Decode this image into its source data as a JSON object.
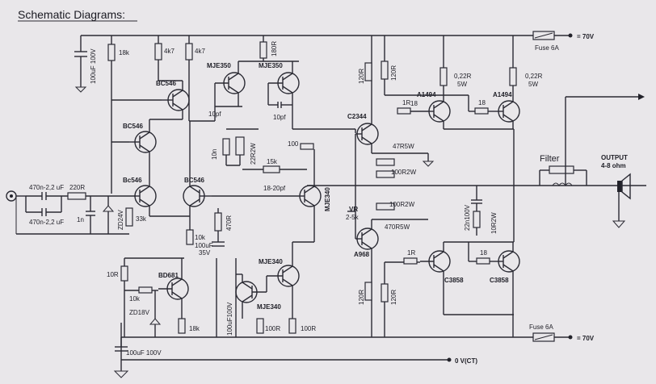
{
  "title": "Schematic Diagrams:",
  "rails": {
    "pos": "= 70V",
    "neg": "= 70V",
    "gnd": "0 V(CT)",
    "fuse_top": "Fuse 6A",
    "fuse_bot": "Fuse 6A"
  },
  "input": {
    "cap1": "470n-2,2 uF",
    "cap2": "470n-2,2 uF",
    "r_in": "220R",
    "c_in": "1n"
  },
  "transistors": {
    "q_bc546_a": "BC546",
    "q_bc546_b": "BC546",
    "q_bc546_c": "Bc546",
    "q_bc546_d": "BC546",
    "q_mje350_a": "MJE350",
    "q_mje350_b": "MJE350",
    "q_mje340_vas": "MJE340",
    "q_mje340_a": "MJE340",
    "q_mje340_b": "MJE340",
    "q_bd681": "BD681",
    "q_c2344": "C2344",
    "q_a968": "A968",
    "q_a1494_a": "A1494",
    "q_a1494_b": "A1494",
    "q_c3858_a": "C3858",
    "q_c3858_b": "C3858"
  },
  "components": {
    "cap_top": "100uF 100V",
    "r18k": "18k",
    "r4k7a": "4k7",
    "r4k7b": "4k7",
    "r180r": "180R",
    "c10pf_a": "10pf",
    "c10pf_b": "10pf",
    "r120r_a": "120R",
    "r120r_b": "120R",
    "r0_22a": "0,22R",
    "r0_22a_w": "5W",
    "r0_22b": "0,22R",
    "r0_22b_w": "5W",
    "r18a": "18",
    "r18b": "18",
    "r10n": "10n",
    "r22r2w": "22R2W",
    "r100": "100",
    "r47r5w": "47R5W",
    "r100r2w_a": "100R2W",
    "r100r2w_b": "100R2W",
    "r470r5w": "470R5W",
    "r15k": "15k",
    "c18_20pf": "18-20pf",
    "vr": "VR",
    "vr_val": "2-5k",
    "z24v": "ZD24V",
    "r33k": "33k",
    "r10k_a": "10k",
    "c100uf35v": "100uF",
    "c100uf35v_v": "35V",
    "r470r": "470R",
    "r10r": "10R",
    "r10k_b": "10k",
    "zd18v": "ZD18V",
    "r18k_b": "18k",
    "c100uf100v_b": "100uF100V",
    "r100r_a": "100R",
    "r100r_b": "100R",
    "r120r_c": "120R",
    "r120r_d": "120R",
    "r1k_a": "1R",
    "r1k_b": "1R",
    "c22n100v": "22n100V",
    "r10r2w": "10R2W",
    "cap_bot": "100uF 100V",
    "filter": "Filter",
    "output": "OUTPUT",
    "output_ohm": "4-8 ohm"
  }
}
